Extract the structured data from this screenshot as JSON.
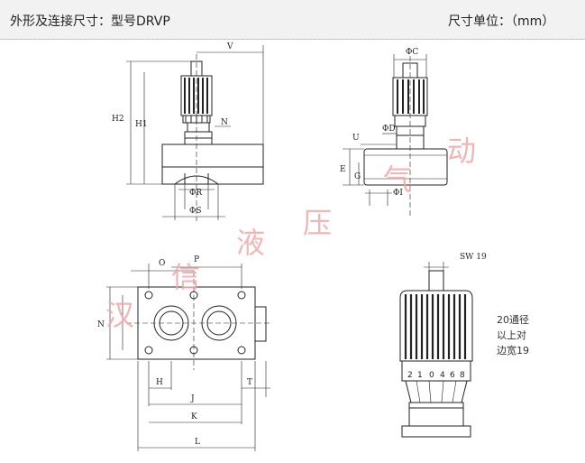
{
  "header": {
    "title": "外形及连接尺寸：型号DRVP",
    "unit": "尺寸单位：（mm）"
  },
  "front_view": {
    "dims": {
      "V": "V",
      "H2": "H2",
      "H1": "H1",
      "N": "N",
      "PR": "ΦR",
      "PS": "ΦS"
    }
  },
  "side_view": {
    "dims": {
      "PC": "ΦC",
      "PD": "ΦD",
      "U": "U",
      "E": "E",
      "G": "G",
      "PI": "ΦI"
    }
  },
  "bottom_view": {
    "dims": {
      "O": "O",
      "P": "P",
      "N": "N",
      "H": "H",
      "J": "J",
      "K": "K",
      "L": "L",
      "T": "T"
    }
  },
  "knob_view": {
    "sw_label": "SW 19",
    "scale": [
      "2",
      "1",
      "0",
      "4",
      "6",
      "8"
    ],
    "note": [
      "20通径",
      "以上对",
      "边宽19"
    ]
  },
  "watermark": [
    "汉",
    "信",
    "液",
    "压",
    "气",
    "动"
  ]
}
